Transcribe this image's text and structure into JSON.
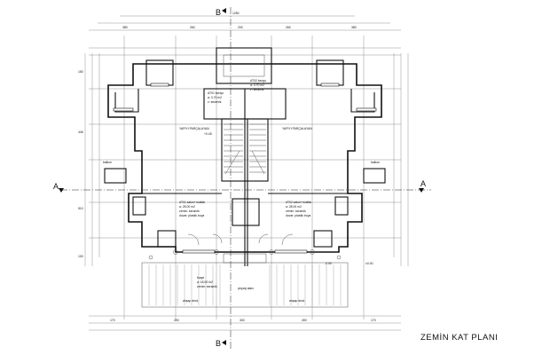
{
  "sheet": {
    "title": "ZEMİN KAT PLANI"
  },
  "section_marks": {
    "a": "A",
    "b": "B"
  },
  "rooms": {
    "left_living": [
      "AT01 salon+mutfak",
      "a: 28.00 m2",
      "zemin: seramik",
      "duvar: plastik boya"
    ],
    "right_living": [
      "AT02 salon+mutfak",
      "a: 28.00 m2",
      "zemin: seramik",
      "duvar: plastik boya"
    ],
    "wc_left": [
      "AT01 banyo",
      "a: 3.70 m2",
      "z: seramik"
    ],
    "wc_right": [
      "AT02 banyo",
      "a: 3.70 m2",
      "z: seramik"
    ],
    "entry": [
      "fuaye",
      "a: 18.00 m2",
      "zemin: seramik"
    ]
  },
  "notes": {
    "upper_axis": "YAPIYI PARÇALAYAN",
    "balcony": "balkon",
    "terrace": "ahşap deck",
    "garden": "peyzaj alanı"
  },
  "levels": {
    "upper": "+0.45",
    "lower": "-0.00",
    "right": "±0.00"
  },
  "dims": {
    "top_total": "1250",
    "top_parts": [
      "380",
      "260",
      "200",
      "260",
      "380"
    ],
    "left_parts": [
      "150",
      "445",
      "510",
      "100"
    ],
    "bottom_parts": [
      "170",
      "490",
      "300",
      "490",
      "170"
    ]
  }
}
